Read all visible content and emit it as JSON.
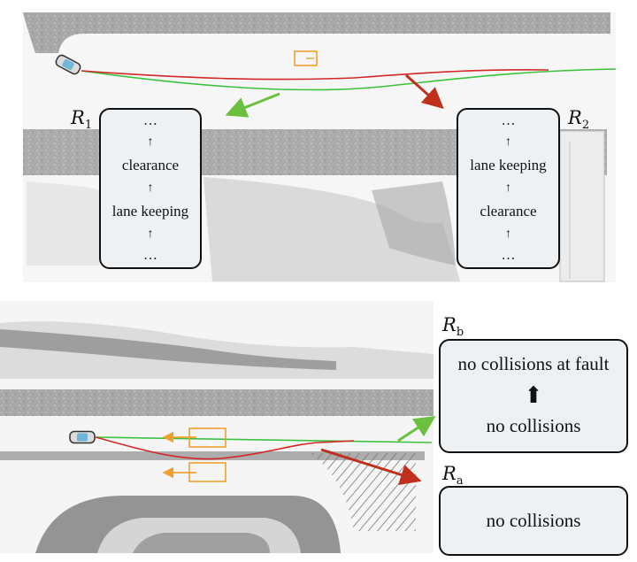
{
  "top": {
    "r1": {
      "label_main": "R",
      "label_sub": "1",
      "items": [
        "…",
        "↑",
        "clearance",
        "↑",
        "lane keeping",
        "↑",
        "…"
      ]
    },
    "r2": {
      "label_main": "R",
      "label_sub": "2",
      "items": [
        "…",
        "↑",
        "lane keeping",
        "↑",
        "clearance",
        "↑",
        "…"
      ]
    }
  },
  "bottom": {
    "rb": {
      "label_main": "R",
      "label_sub": "b",
      "upper_text": "no collisions at fault",
      "arrow": "⬆",
      "lower_text": "no collisions"
    },
    "ra": {
      "label_main": "R",
      "label_sub": "a",
      "text": "no collisions"
    }
  },
  "colors": {
    "green_path": "#3cc23c",
    "red_path": "#d22828",
    "green_arrow": "#6cc040",
    "red_arrow": "#c0301c",
    "obstacle": "#f0a030",
    "box_fill": "#eef1f4",
    "road": "#a8a8a8"
  },
  "icons": [
    "car-icon",
    "obstacle-icon"
  ]
}
